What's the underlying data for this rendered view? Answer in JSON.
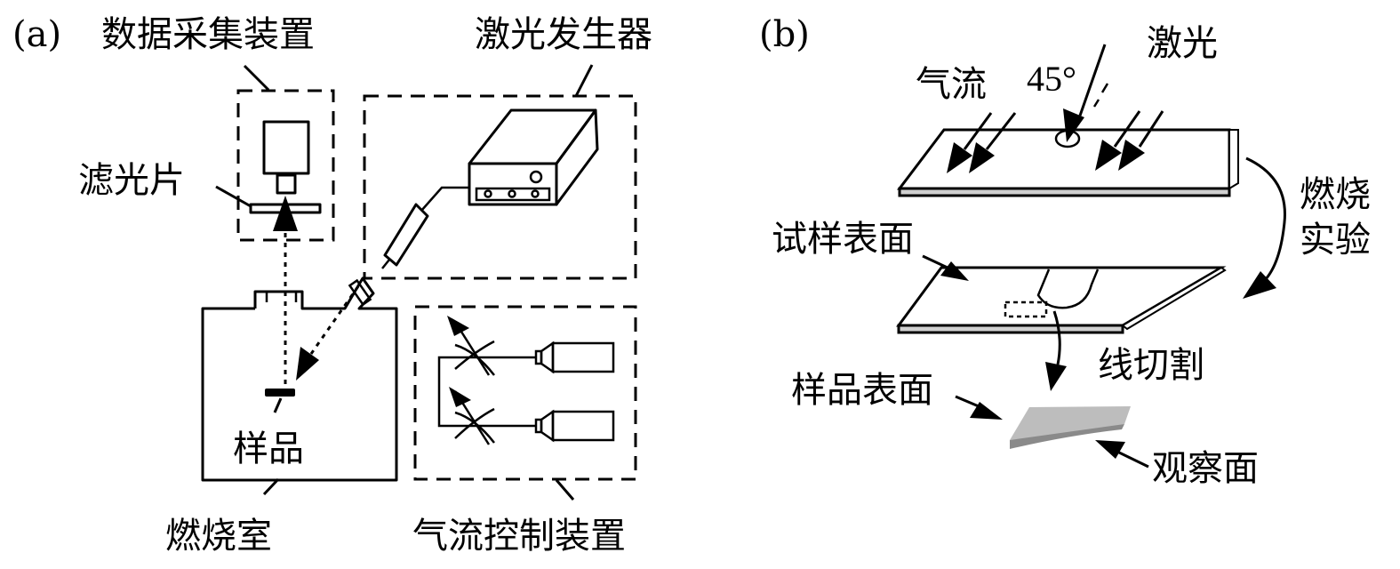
{
  "figure": {
    "panel_a": {
      "tag": "(a)",
      "labels": {
        "data_acquisition": "数据采集装置",
        "laser_generator": "激光发生器",
        "filter": "滤光片",
        "sample": "样品",
        "combustion_chamber": "燃烧室",
        "airflow_control": "气流控制装置"
      }
    },
    "panel_b": {
      "tag": "(b)",
      "labels": {
        "airflow": "气流",
        "angle": "45°",
        "laser": "激光",
        "combustion_experiment_line1": "燃烧",
        "combustion_experiment_line2": "实验",
        "specimen_surface": "试样表面",
        "wire_cutting": "线切割",
        "sample_surface": "样品表面",
        "observation_surface": "观察面"
      }
    }
  }
}
